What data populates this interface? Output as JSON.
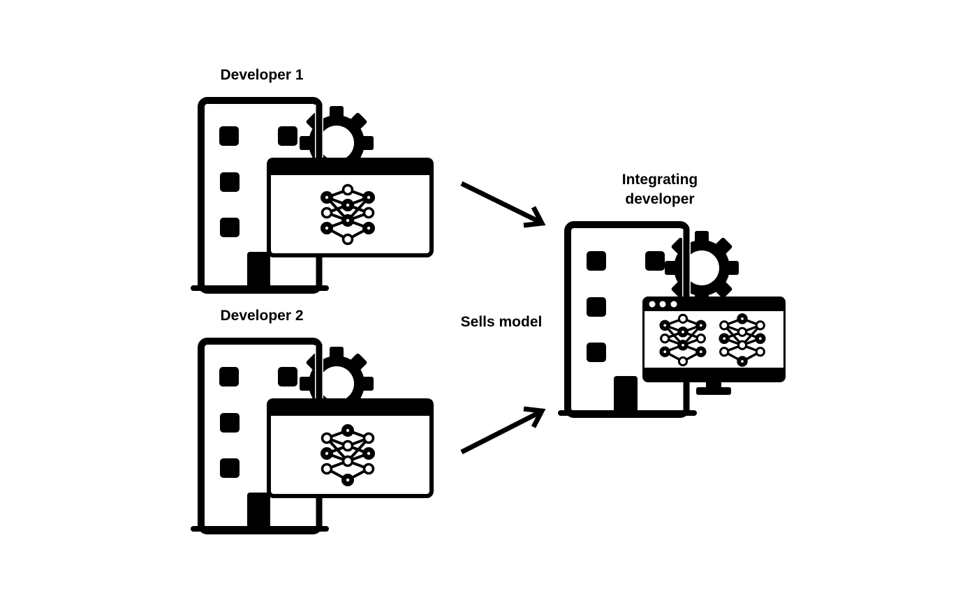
{
  "diagram": {
    "title": "",
    "colors": {
      "ink": "#000000",
      "background": "#ffffff"
    },
    "nodes": [
      {
        "id": "developer-1",
        "label": "Developer 1",
        "icon": "office-building-with-gear-and-ai-model-window",
        "network_variant": "A"
      },
      {
        "id": "developer-2",
        "label": "Developer 2",
        "icon": "office-building-with-gear-and-ai-model-window",
        "network_variant": "B"
      },
      {
        "id": "integrating-developer",
        "label_line1": "Integrating",
        "label_line2": "developer",
        "icon": "office-building-with-gear-and-monitor-showing-two-ai-models"
      }
    ],
    "edges": [
      {
        "from": "developer-1",
        "to": "integrating-developer",
        "label": ""
      },
      {
        "from": "developer-2",
        "to": "integrating-developer",
        "label": ""
      }
    ],
    "edge_label": "Sells model"
  }
}
